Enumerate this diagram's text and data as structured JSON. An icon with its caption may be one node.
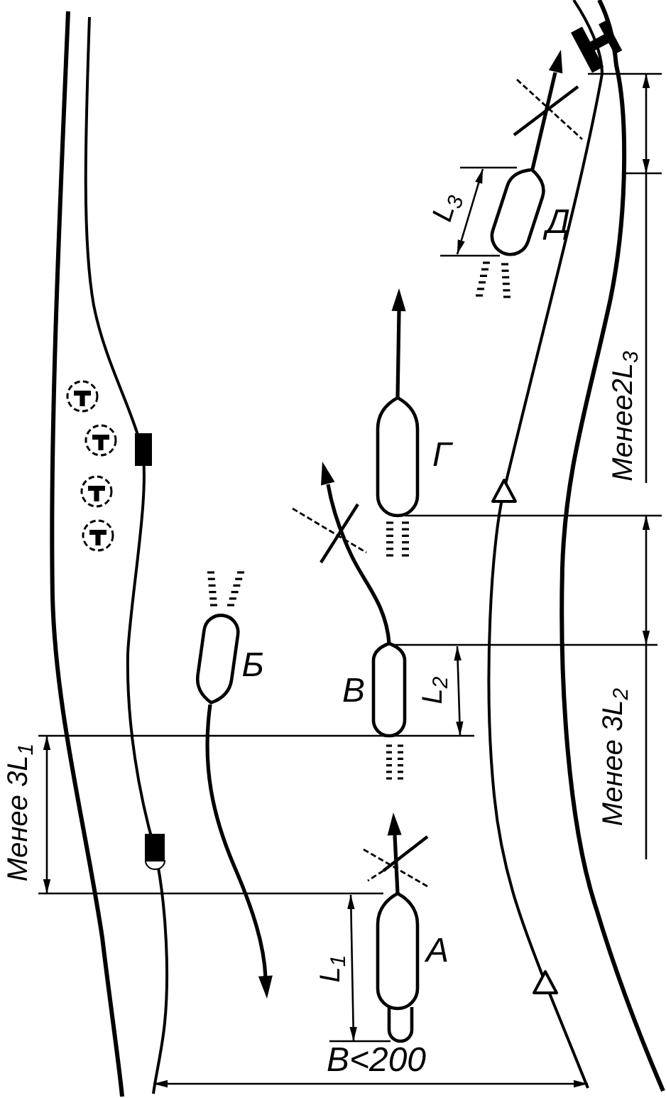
{
  "diagram": {
    "labels": [
      "L$_{3}$",
      "Д",
      "Менее2L$_{3}$",
      "Г",
      "Б",
      "В",
      "L$_{2}$",
      "Менее 3L$_{2}$",
      "Менее 3L$_{1}$",
      "А",
      "L$_{1}$",
      "В<200"
    ]
  }
}
